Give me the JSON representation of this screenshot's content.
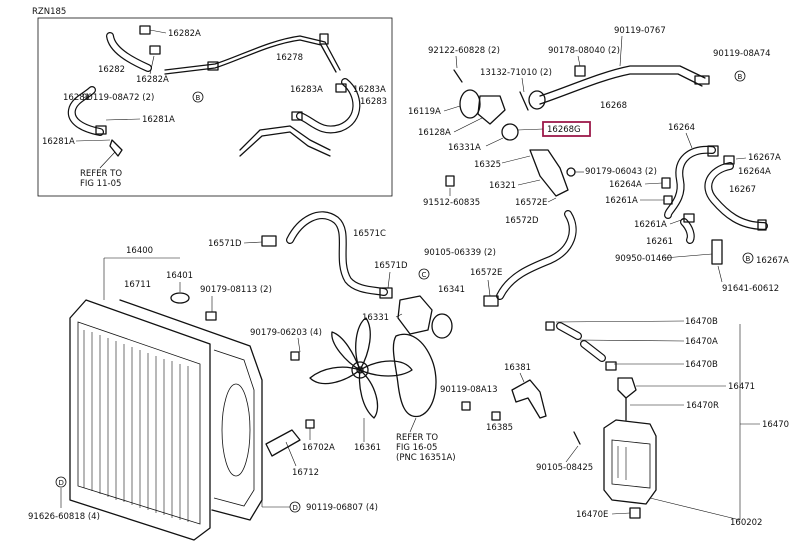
{
  "model_code": "RZN185",
  "figure_number": "160202",
  "highlight_color": "#9c1a4a",
  "highlighted_part": "16268G",
  "callouts": {
    "c16282A": "16282A",
    "c16282": "16282",
    "c16282A_2": "16282A",
    "c16278": "16278",
    "c16281": "16281",
    "c90119_08A72": "90119-08A72 (2)",
    "c16281A": "16281A",
    "c16281A_2": "16281A",
    "c16283A": "16283A",
    "c16283A_2": "16283A",
    "c16283": "16283",
    "c92122": "92122-60828 (2)",
    "c13132": "13132-71010 (2)",
    "c90178": "90178-08040 (2)",
    "c90119_0767": "90119-0767",
    "c90119_08A74": "90119-08A74",
    "c16119A": "16119A",
    "c16128A": "16128A",
    "c16331A": "16331A",
    "c16268": "16268",
    "c16268G": "16268G",
    "c16264": "16264",
    "c16325": "16325",
    "c90179_06043": "90179-06043 (2)",
    "c16267A": "16267A",
    "c16264A": "16264A",
    "c16264A_2": "16264A",
    "c16321": "16321",
    "c16267": "16267",
    "c91512": "91512-60835",
    "c16572E": "16572E",
    "c16261A": "16261A",
    "c16572D": "16572D",
    "c16261A_2": "16261A",
    "c16261": "16261",
    "c16571D": "16571D",
    "c16571C": "16571C",
    "c90105": "90105-06339 (2)",
    "c90950": "90950-01460",
    "c16267A_2": "16267A",
    "c16400": "16400",
    "c16571D_2": "16571D",
    "c16572E_2": "16572E",
    "c91641": "91641-60612",
    "c16401": "16401",
    "c16711": "16711",
    "c90179_08113": "90179-08113 (2)",
    "c16341": "16341",
    "c16470B": "16470B",
    "c16331": "16331",
    "c90179_06203": "90179-06203 (4)",
    "c16470A": "16470A",
    "c16381": "16381",
    "c16470B_2": "16470B",
    "c16471": "16471",
    "c90119_08A13": "90119-08A13",
    "c16470R": "16470R",
    "c16470": "16470",
    "c16385": "16385",
    "c16702A": "16702A",
    "c16361": "16361",
    "c16712": "16712",
    "c90105_08425": "90105-08425",
    "c91626": "91626-60818 (4)",
    "c90119_06807": "90119-06807 (4)",
    "c16470E": "16470E"
  },
  "refs": {
    "fig1105_a": "REFER TO",
    "fig1105_b": "FIG 11-05",
    "fig1605_a": "REFER TO",
    "fig1605_b": "FIG 16-05",
    "fig1605_c": "(PNC 16351A)"
  },
  "ref_markers": {
    "b": "B",
    "c": "C",
    "d": "D"
  }
}
